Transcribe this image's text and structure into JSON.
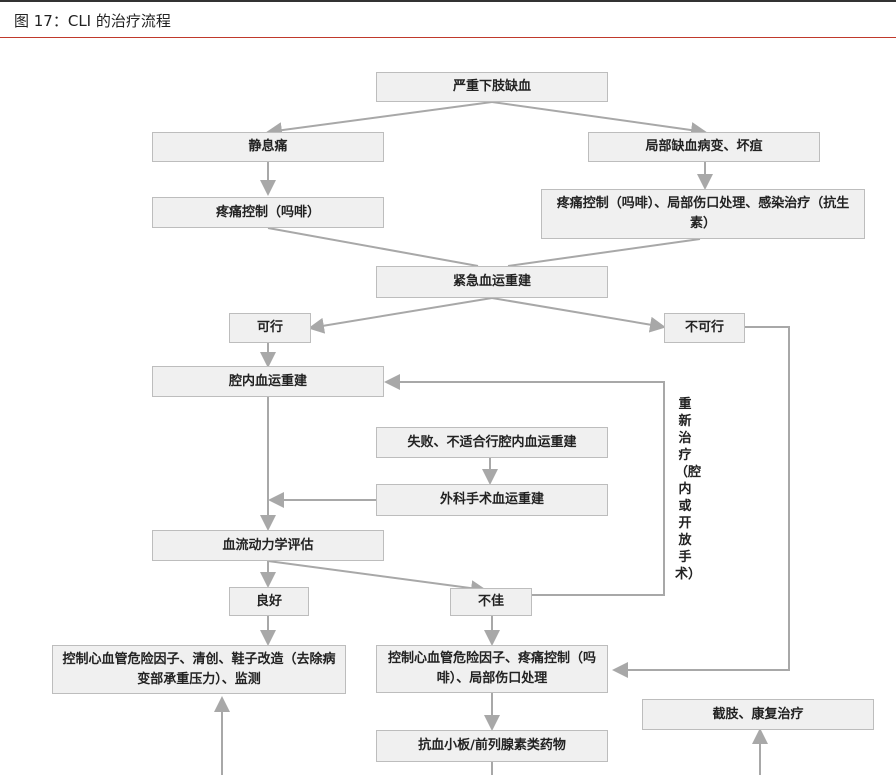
{
  "header": {
    "title": "图 17：CLI 的治疗流程"
  },
  "nodes": {
    "severe_ischemia": "严重下肢缺血",
    "rest_pain": "静息痛",
    "local_lesion": "局部缺血病变、坏疽",
    "pain_control_morphine": "疼痛控制（吗啡）",
    "pain_control_wound": "疼痛控制（吗啡）、局部伤口处理、感染治疗（抗生素）",
    "urgent_revasc": "紧急血运重建",
    "feasible": "可行",
    "not_feasible": "不可行",
    "endovascular": "腔内血运重建",
    "failed_unsuitable": "失败、不适合行腔内血运重建",
    "surgical": "外科手术血运重建",
    "hemodynamic": "血流动力学评估",
    "good": "良好",
    "poor": "不佳",
    "control_good": "控制心血管危险因子、清创、鞋子改造（去除病变部承重压力）、监测",
    "control_poor": "控制心血管危险因子、疼痛控制（吗啡）、局部伤口处理",
    "amputation": "截肢、康复治疗",
    "antiplatelet": "抗血小板/前列腺素类药物"
  },
  "side_label": "重新治疗（腔内或开放手术）"
}
